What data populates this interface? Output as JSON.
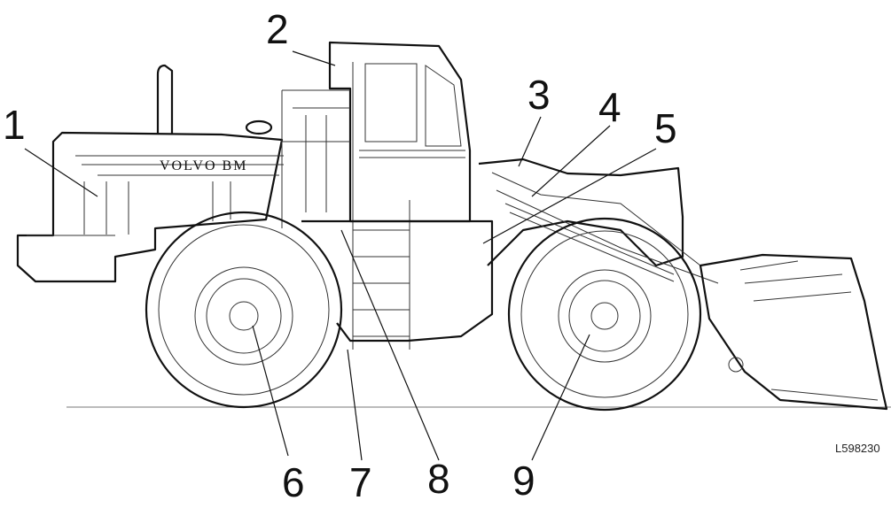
{
  "illustration": {
    "brand_text": "VOLVO BM",
    "reference_code": "L598230"
  },
  "callouts": [
    {
      "id": 1,
      "label": "1"
    },
    {
      "id": 2,
      "label": "2"
    },
    {
      "id": 3,
      "label": "3"
    },
    {
      "id": 4,
      "label": "4"
    },
    {
      "id": 5,
      "label": "5"
    },
    {
      "id": 6,
      "label": "6"
    },
    {
      "id": 7,
      "label": "7"
    },
    {
      "id": 8,
      "label": "8"
    },
    {
      "id": 9,
      "label": "9"
    }
  ]
}
